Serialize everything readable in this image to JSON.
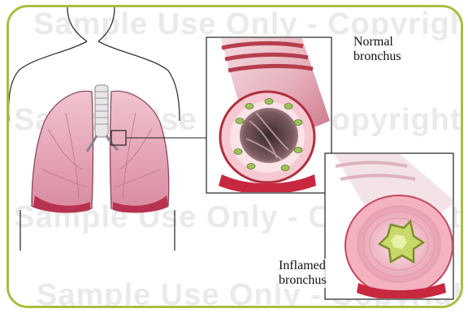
{
  "watermark": "Sample Use Only - Copyrighted",
  "labels": {
    "normal_line1": "Normal",
    "normal_line2": "bronchus",
    "inflamed_line1": "Inflamed",
    "inflamed_line2": "bronchus"
  },
  "colors": {
    "frame_border": "#a6bf3f",
    "lung_fill": "#e7a6b6",
    "bronchus_wall": "#f3b8c4",
    "inflamed_center": "#c8d86a",
    "mucus": "#9cc35a"
  }
}
